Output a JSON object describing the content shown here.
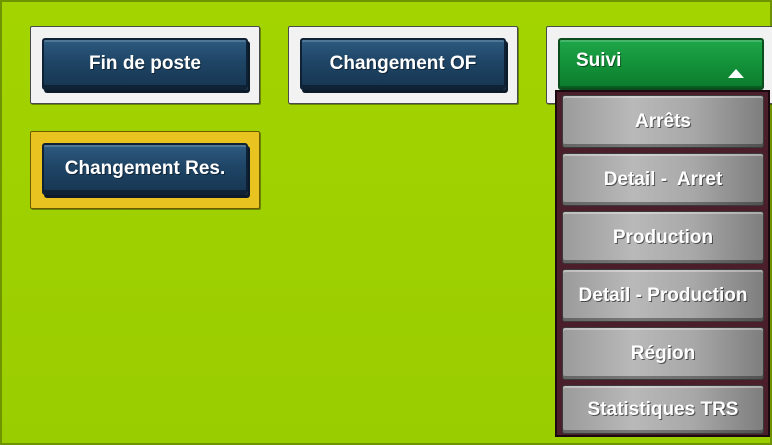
{
  "colors": {
    "background": "#9acd00",
    "button_blue": "#1f4566",
    "button_green": "#139239",
    "menu_gray": "#a8a8a8",
    "selected_frame": "#e9c31f"
  },
  "buttons": {
    "fin_de_poste": "Fin de poste",
    "changement_of": "Changement OF",
    "changement_res": "Changement Res."
  },
  "dropdown": {
    "label": "Suivi",
    "caret_icon": "caret-up-icon",
    "items": [
      {
        "label": "Arrêts"
      },
      {
        "label": "Detail -  Arret"
      },
      {
        "label": "Production"
      },
      {
        "label": "Detail - Production"
      },
      {
        "label": "Région"
      },
      {
        "label": "Statistiques TRS"
      }
    ]
  }
}
